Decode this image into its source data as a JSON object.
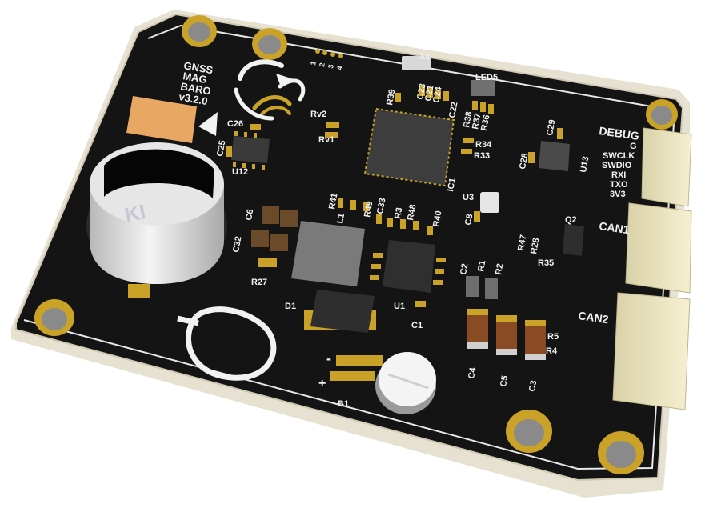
{
  "board": {
    "title_lines": [
      "GNSS",
      "MAG",
      "BARO",
      "v3.2.0"
    ],
    "debug_header": "DEBUG",
    "debug_pins": [
      "G",
      "SWCLK",
      "SWDIO",
      "RXI",
      "TXO",
      "3V3"
    ],
    "can1_label": "CAN1",
    "can2_label": "CAN2",
    "battery_minus": "-",
    "battery_plus": "+",
    "logo_text": "KI",
    "header_pin_marks": [
      "1",
      "2",
      "3",
      "4"
    ]
  },
  "designators": {
    "x1": "X1",
    "led5": "LED5",
    "r39": "R39",
    "c23": "C23",
    "c21": "C21",
    "c24": "C24",
    "c22": "C22",
    "r38": "R38",
    "r37": "R37",
    "r36": "R36",
    "r34": "R34",
    "r33": "R33",
    "c29": "C29",
    "c28": "C28",
    "u13": "U13",
    "rv2": "Rv2",
    "rv1": "Rv1",
    "c26": "C26",
    "c25": "C25",
    "u12": "U12",
    "ic1": "IC1",
    "u3": "U3",
    "c8": "C8",
    "r41": "R41",
    "r49": "R49",
    "c33": "C33",
    "r3": "R3",
    "r48": "R48",
    "r40": "R40",
    "l1": "L1",
    "c6": "C6",
    "c32": "C32",
    "r27": "R27",
    "q2": "Q2",
    "r47": "R47",
    "r28": "R28",
    "r35": "R35",
    "c2": "C2",
    "r1": "R1",
    "r2": "R2",
    "u1": "U1",
    "c1": "C1",
    "d1": "D1",
    "c4": "C4",
    "c5": "C5",
    "c3": "C3",
    "r5": "R5",
    "r4": "R4",
    "b1": "B1"
  },
  "colors": {
    "board": "#141414",
    "board_edge": "#d9d4c3",
    "copper": "#c9a227",
    "silkscreen": "#f2f2f2",
    "connector": "#ede6c4",
    "chip": "#3a3a3a",
    "capacitor": "#8a4a24"
  }
}
